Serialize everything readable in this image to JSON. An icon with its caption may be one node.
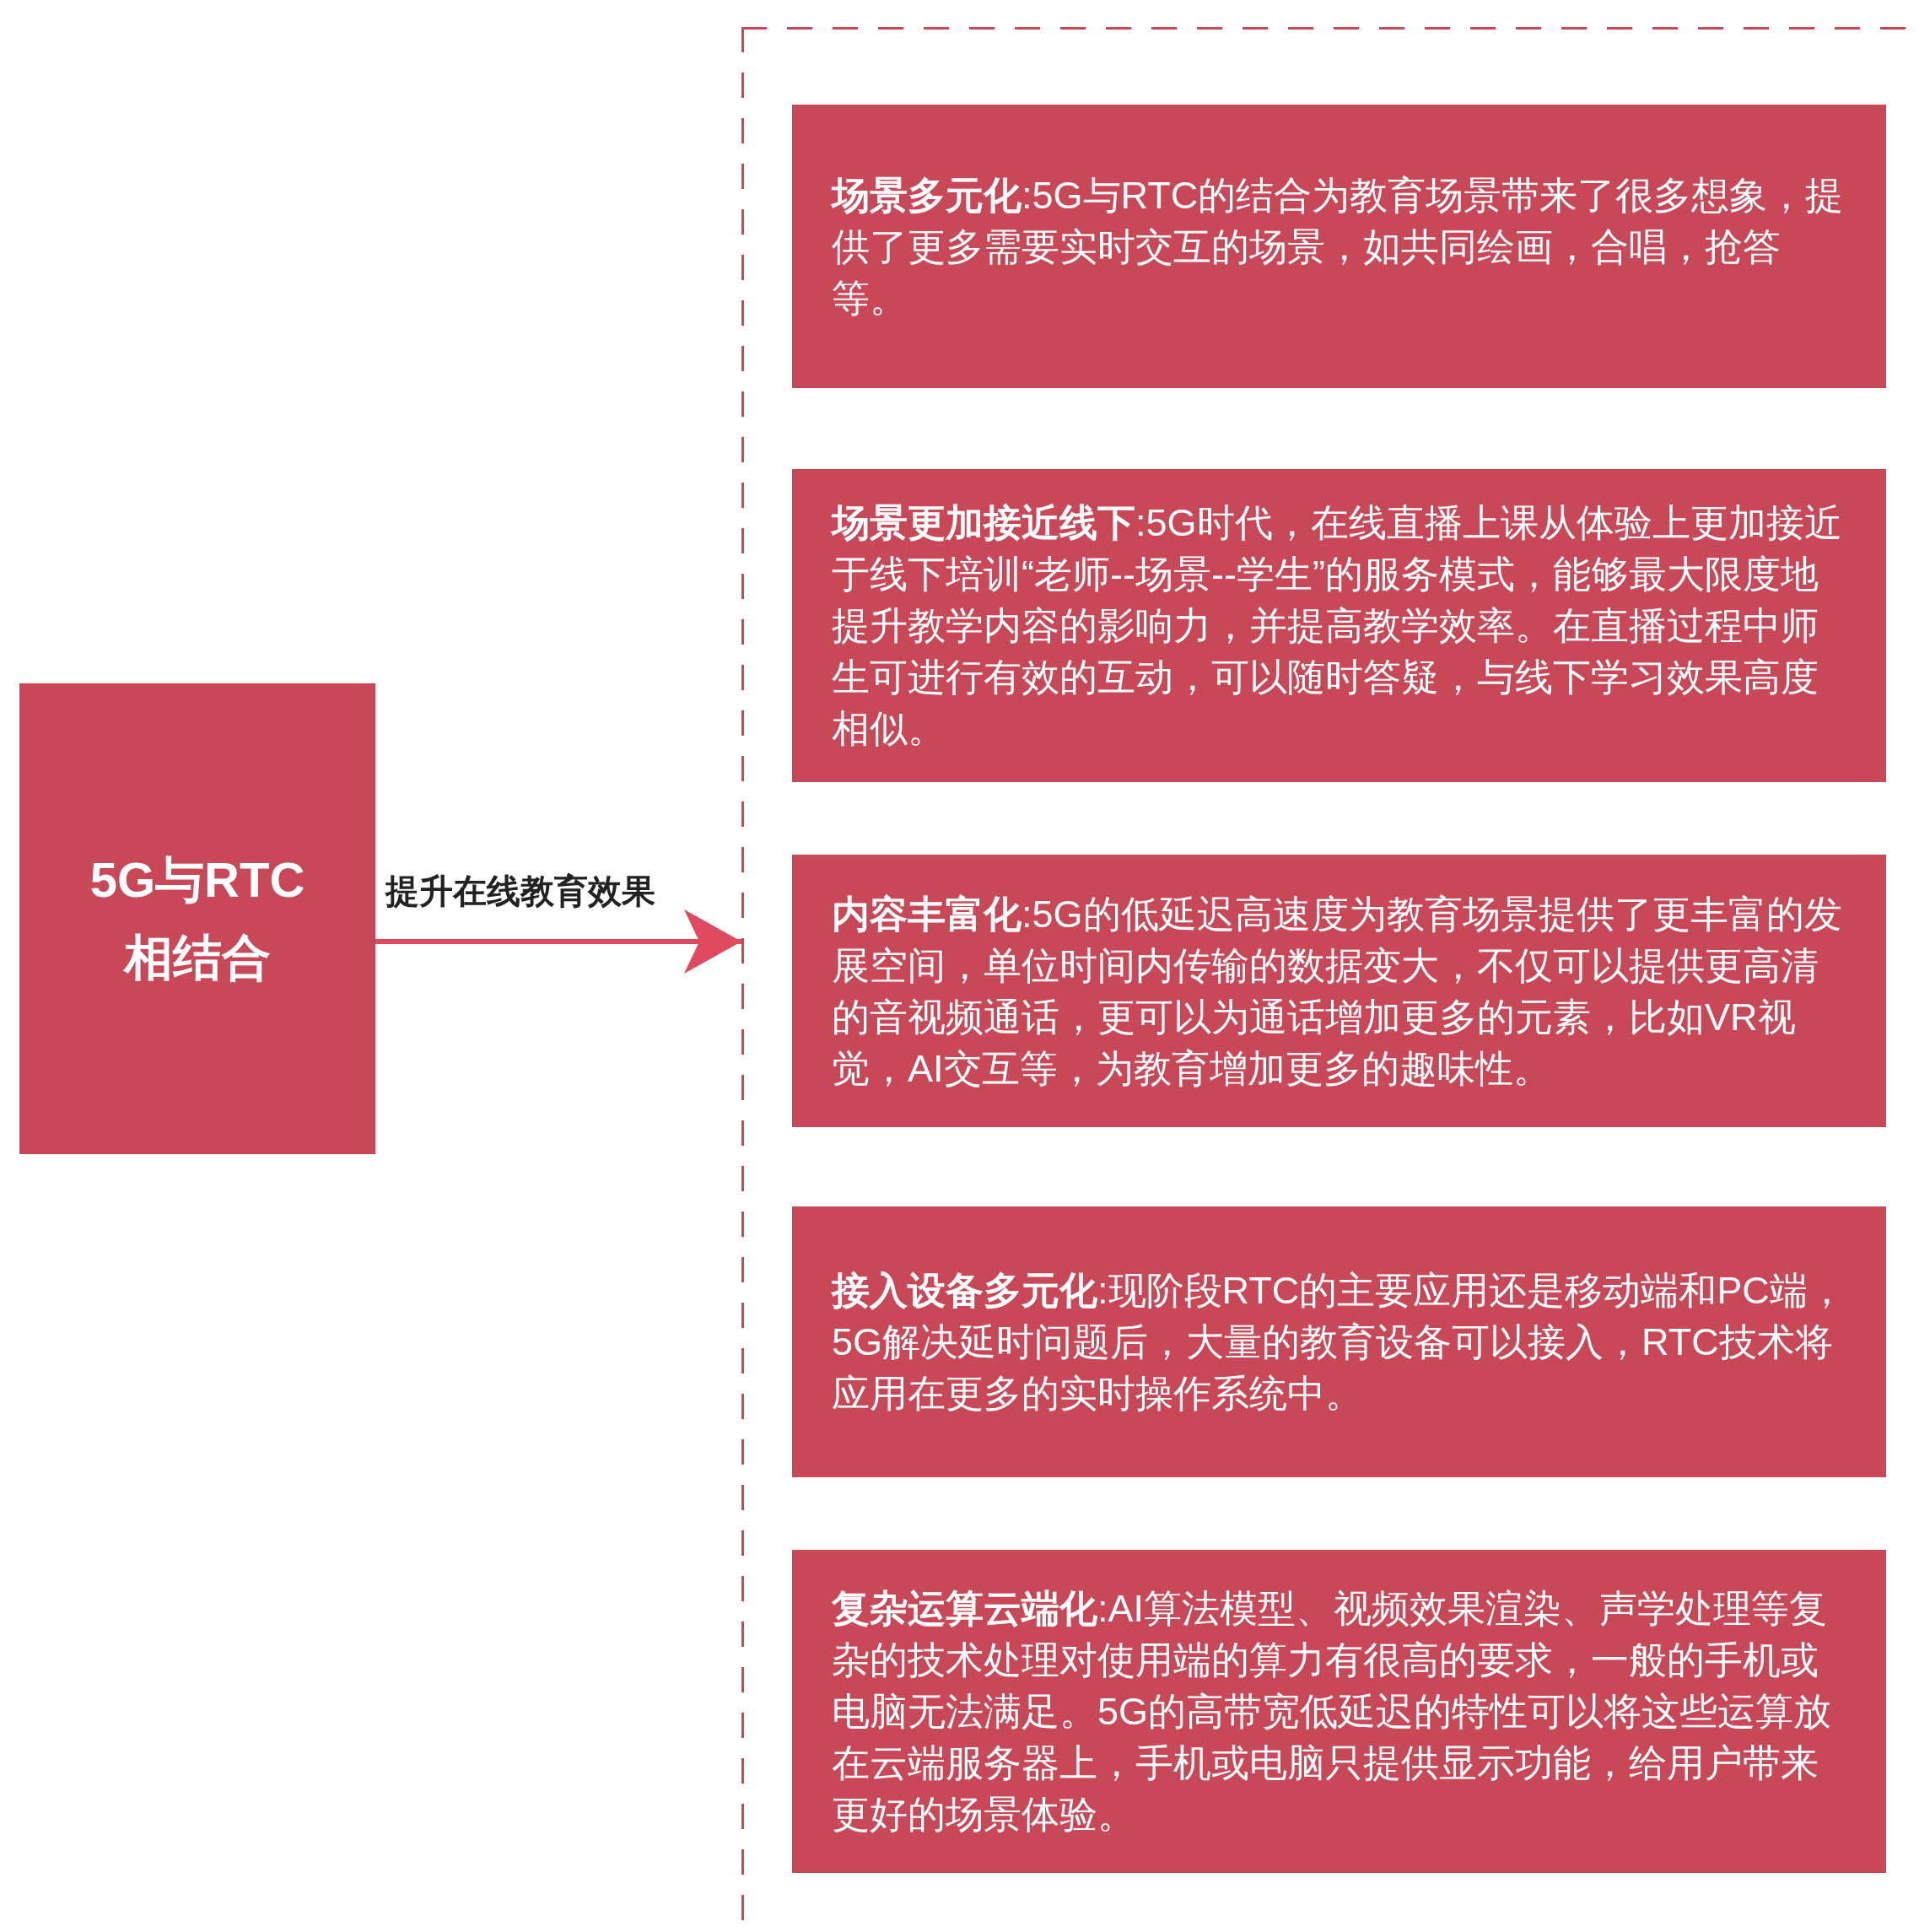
{
  "diagram": {
    "nodes": [
      {
        "text": [
          "5G与RTC相结合"
        ]
      },
      {
        "text": [],
        "shape": "box"
      },
      {
        "text": [
          "**场景多元化**:5G与RTC的结合为教育场景带来了很多想象，提供了更多需要实时交互的场景，如共同绘画，合唱，抢答等。"
        ],
        "in": 1
      },
      {
        "text": [
          "**场景更加接近线下**:5G时代，在线直播上课从体验上更加接近于线下培训“老师--场景--学生”的服务模式，能够最大限度地提升教学内容的影响力，并提高教学效率。在直播过程中师生可进行有效的互动，可以随时答疑，与线下学习效果高度相似。"
        ],
        "in": 1
      },
      {
        "text": [
          "**内容丰富化**:5G的低延迟高速度为教育场景提供了更丰富的发展空间，单位时间内传输的数据变大，不仅可以提供更高清的音视频通话，更可以为通话增加更多的元素，比如VR视觉，AI交互等，为教育增加更多的趣味性。"
        ],
        "in": 1
      },
      {
        "text": [
          "**接入设备多元化**:现阶段RTC的主要应用还是移动端和PC端，5G解决延时问题后，大量的教育设备可以接入，RTC技术将应用在更多的实时操作系统中。"
        ],
        "in": 1
      },
      {
        "text": [
          "**复杂运算云端化**:AI算法模型、视频效果渲染、声学处理等复杂的技术处理对使用端的算力有很高的要求，一般的手机或电脑无法满足。5G的高带宽低延迟的特性可以将这些运算放在云端服务器上，手机或电脑只提供显示功能，给用户带来更好的场景体验。"
        ],
        "in": 1
      }
    ],
    "edges": [
      {
        "from": 0,
        "to": 1,
        "arrow": "to",
        "label": "提升在线教育效果"
      }
    ]
  }
}
